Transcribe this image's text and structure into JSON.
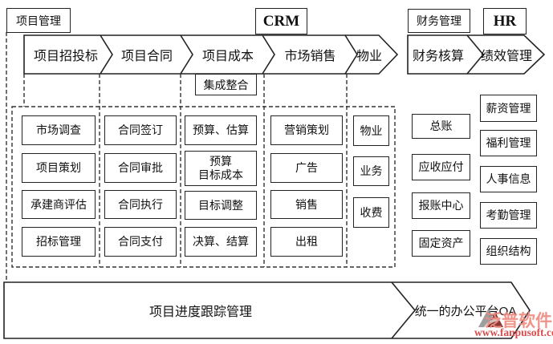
{
  "labels": {
    "project_mgmt": "项目管理",
    "crm": "CRM",
    "finance_mgmt": "财务管理",
    "hr": "HR",
    "integration": "集成整合"
  },
  "band_main": {
    "segments": [
      "项目招投标",
      "项目合同",
      "项目成本",
      "市场销售",
      "物业"
    ]
  },
  "band_finance": {
    "segments": [
      "财务核算",
      "绩效管理"
    ]
  },
  "columns": [
    {
      "name": "bidding",
      "items": [
        "市场调查",
        "项目策划",
        "承建商评估",
        "招标管理"
      ]
    },
    {
      "name": "contract",
      "items": [
        "合同签订",
        "合同审批",
        "合同执行",
        "合同支付"
      ]
    },
    {
      "name": "cost",
      "items": [
        "预算、估算",
        "预算\n目标成本",
        "目标调整",
        "决算、结算"
      ]
    },
    {
      "name": "marketing",
      "items": [
        "营销策划",
        "广告",
        "销售",
        "出租"
      ]
    },
    {
      "name": "property",
      "items": [
        "物业",
        "业务",
        "收费"
      ]
    }
  ],
  "finance_items": [
    "总账",
    "应收应付",
    "报账中心",
    "固定资产"
  ],
  "hr_items": [
    "薪资管理",
    "福利管理",
    "人事信息",
    "考勤管理",
    "组织结构"
  ],
  "bottom_arrow": {
    "left_label": "项目进度跟踪管理",
    "right_label": "统一的办公平台OA"
  },
  "watermark": {
    "brand": "泛普软件",
    "url": "www.fanpusoft.com",
    "brand_color": "#ee8c82",
    "url_color": "#d94c4c",
    "logo_dark": "#7d241e",
    "logo_gray": "#8d8d8d"
  },
  "colors": {
    "line": "#222222",
    "text": "#111111",
    "background": "#ffffff"
  }
}
